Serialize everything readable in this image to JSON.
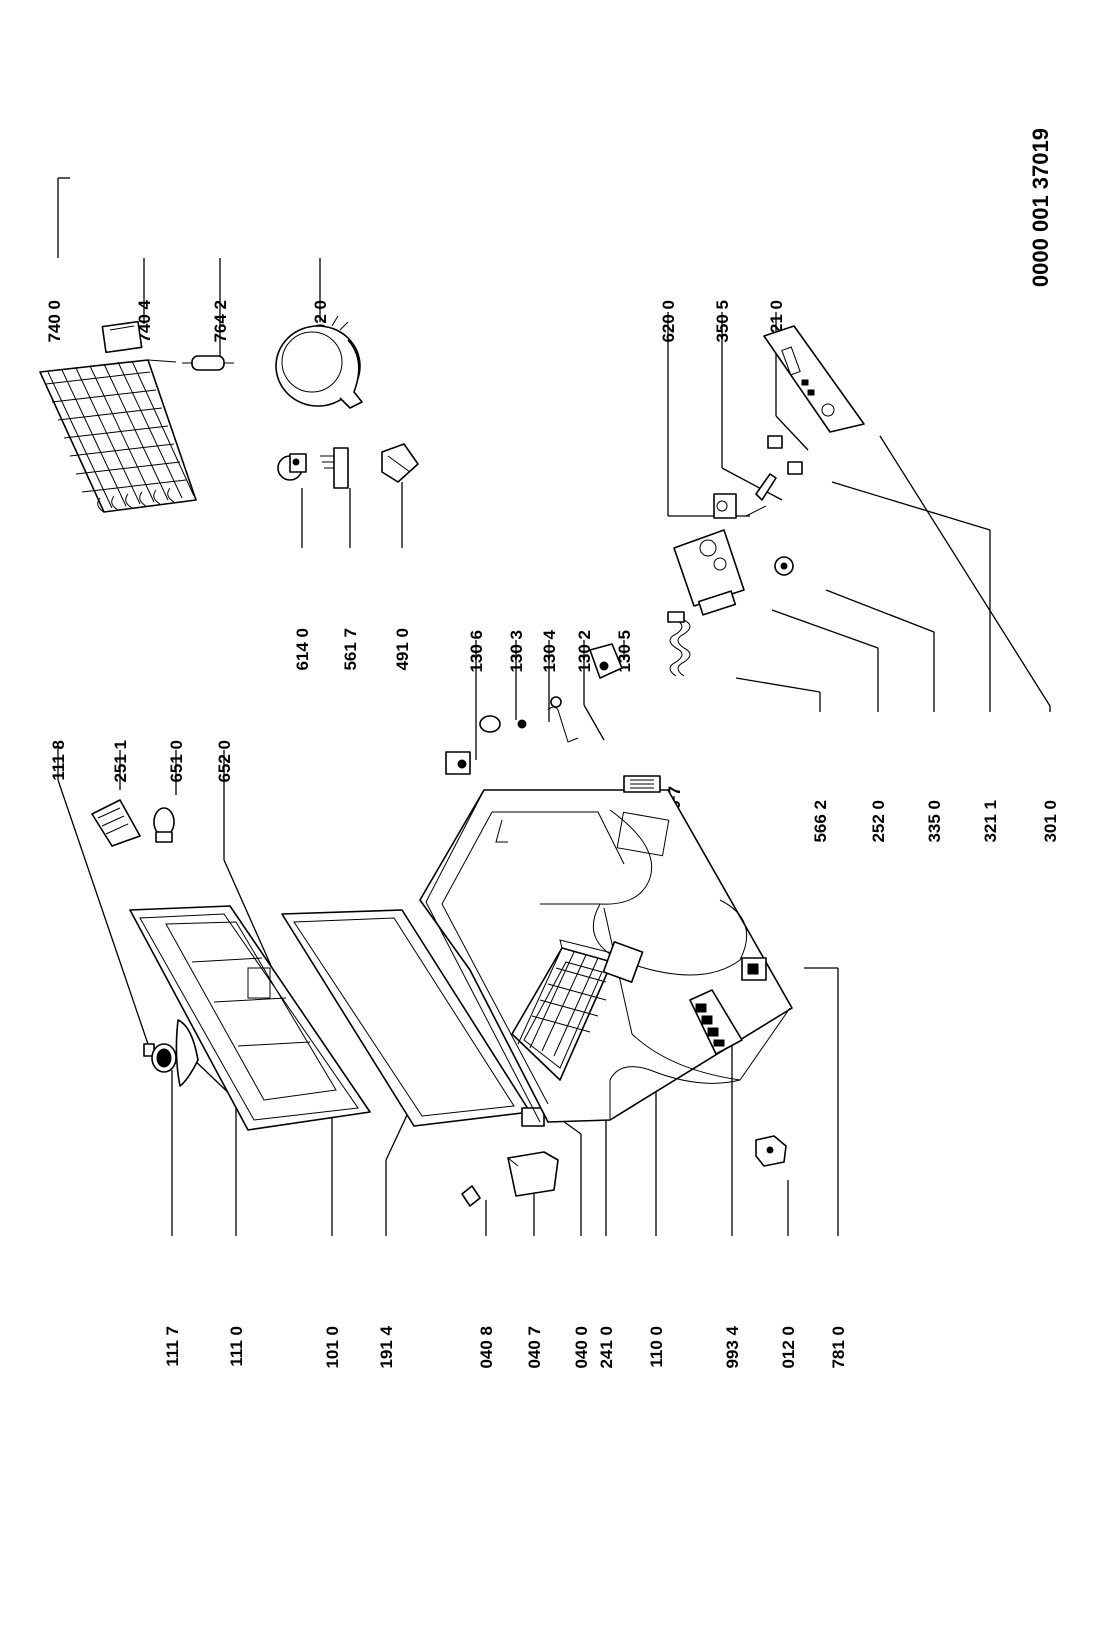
{
  "document_number": "0000 001 37019",
  "labels": [
    {
      "id": "1118",
      "text": "111 8"
    },
    {
      "id": "2511",
      "text": "251 1"
    },
    {
      "id": "6510",
      "text": "651 0"
    },
    {
      "id": "6520",
      "text": "652 0"
    },
    {
      "id": "1117",
      "text": "111 7"
    },
    {
      "id": "1110",
      "text": "111 0"
    },
    {
      "id": "1010",
      "text": "101 0"
    },
    {
      "id": "1914",
      "text": "191 4"
    },
    {
      "id": "0408",
      "text": "040 8"
    },
    {
      "id": "0407",
      "text": "040 7"
    },
    {
      "id": "0400",
      "text": "040 0"
    },
    {
      "id": "2410",
      "text": "241 0"
    },
    {
      "id": "1100",
      "text": "110 0"
    },
    {
      "id": "9934",
      "text": "993 4"
    },
    {
      "id": "0120",
      "text": "012 0"
    },
    {
      "id": "7810",
      "text": "781 0"
    },
    {
      "id": "1306",
      "text": "130 6"
    },
    {
      "id": "1303",
      "text": "130 3"
    },
    {
      "id": "1304",
      "text": "130 4"
    },
    {
      "id": "1302",
      "text": "130 2"
    },
    {
      "id": "1305",
      "text": "130 5"
    },
    {
      "id": "0707",
      "text": "070 7"
    },
    {
      "id": "6140",
      "text": "614 0"
    },
    {
      "id": "5617",
      "text": "561 7"
    },
    {
      "id": "4910",
      "text": "491 0"
    },
    {
      "id": "7400",
      "text": "740 0"
    },
    {
      "id": "7404",
      "text": "740 4"
    },
    {
      "id": "7642",
      "text": "764 2"
    },
    {
      "id": "4020",
      "text": "402 0"
    },
    {
      "id": "6200",
      "text": "620 0"
    },
    {
      "id": "3505",
      "text": "350 5"
    },
    {
      "id": "3210",
      "text": "321 0"
    },
    {
      "id": "5662",
      "text": "566 2"
    },
    {
      "id": "2520",
      "text": "252 0"
    },
    {
      "id": "3350",
      "text": "335 0"
    },
    {
      "id": "3211",
      "text": "321 1"
    },
    {
      "id": "3010",
      "text": "301 0"
    }
  ]
}
